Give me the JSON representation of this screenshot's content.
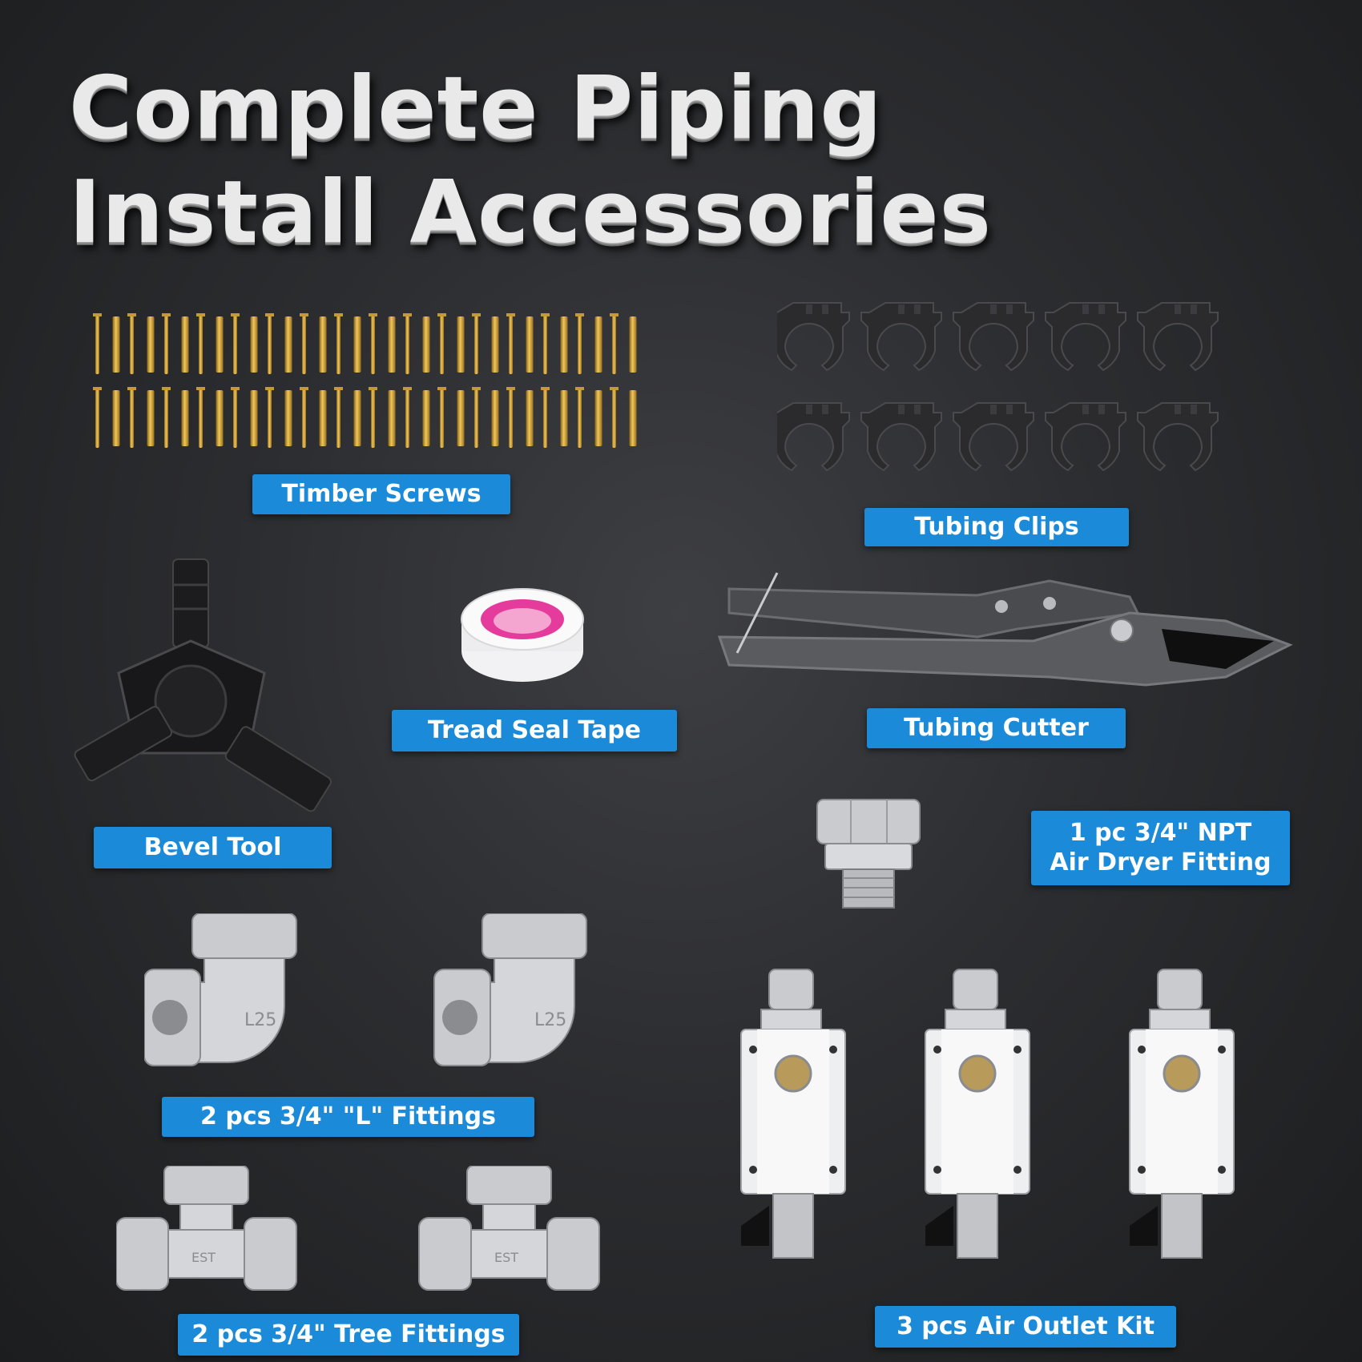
{
  "title": {
    "line1": "Complete Piping",
    "line2": "Install Accessories"
  },
  "labels": {
    "timber_screws": "Timber Screws",
    "tubing_clips": "Tubing Clips",
    "thread_seal_tape": "Tread Seal Tape",
    "tubing_cutter": "Tubing Cutter",
    "bevel_tool": "Bevel Tool",
    "air_dryer_fitting_line1": "1 pc 3/4\" NPT",
    "air_dryer_fitting_line2": "Air Dryer Fitting",
    "l_fittings": "2 pcs 3/4\" \"L\" Fittings",
    "tree_fittings": "2 pcs 3/4\" Tree Fittings",
    "air_outlet_kit": "3 pcs Air Outlet Kit"
  },
  "engravings": {
    "elbow": "L25",
    "tee": "EST"
  },
  "colors": {
    "label_blue": "#1a8ad9",
    "screw_gold": "#d9a93c",
    "clip_black": "#2a2a2c",
    "tape_pink": "#e43b9c",
    "metal_silver": "#c9cbcf"
  }
}
